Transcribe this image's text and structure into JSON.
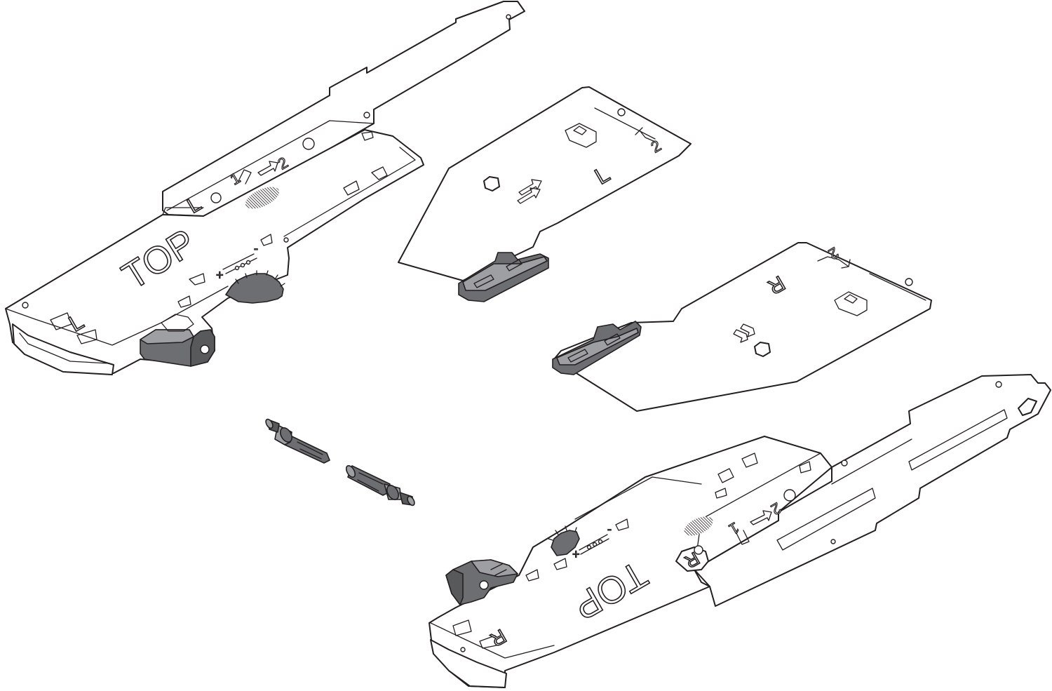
{
  "labels": {
    "top": "TOP",
    "left": "L",
    "right": "R",
    "step_one": "1",
    "step_two": "2",
    "plus": "+",
    "minus": "-"
  },
  "colors": {
    "line": "#231f20",
    "fill": "#ffffff",
    "grey_part": "#6d6e71",
    "grey_part_dark": "#58595b",
    "grey_part_light": "#9d9fa2"
  }
}
